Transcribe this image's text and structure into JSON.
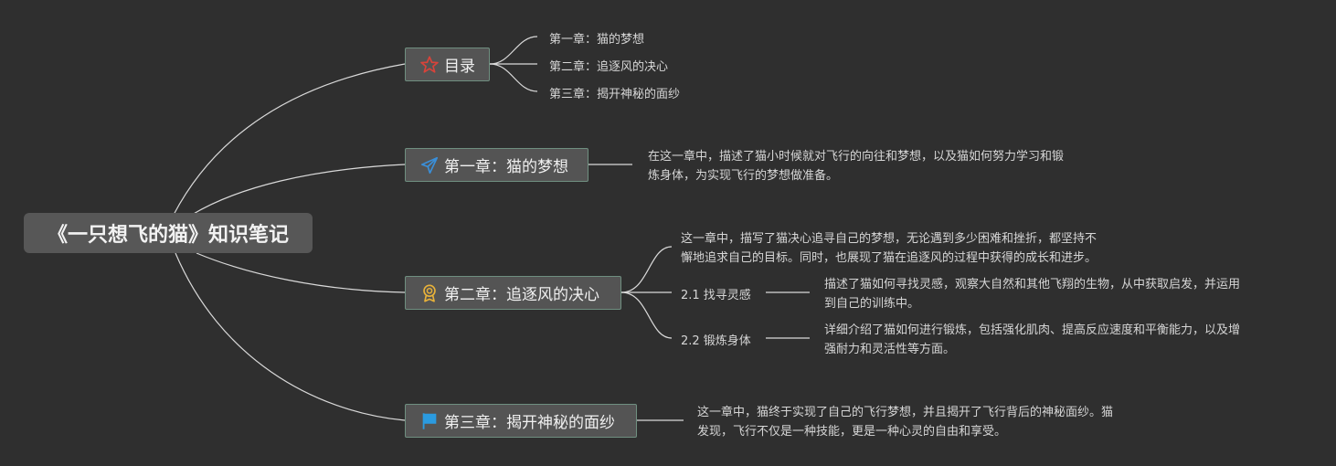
{
  "root": {
    "title": "《一只想飞的猫》知识笔记"
  },
  "branches": [
    {
      "label": "目录",
      "icon": "star-icon",
      "children": [
        "第一章：猫的梦想",
        "第二章：追逐风的决心",
        "第三章：揭开神秘的面纱"
      ]
    },
    {
      "label": "第一章：猫的梦想",
      "icon": "paper-plane-icon",
      "description_lines": [
        "在这一章中，描述了猫小时候就对飞行的向往和梦想，以及猫如何努力学习和锻",
        "炼身体，为实现飞行的梦想做准备。"
      ]
    },
    {
      "label": "第二章：追逐风的决心",
      "icon": "award-medal-icon",
      "description_lines": [
        "这一章中，描写了猫决心追寻自己的梦想，无论遇到多少困难和挫折，都坚持不",
        "懈地追求自己的目标。同时，也展现了猫在追逐风的过程中获得的成长和进步。"
      ],
      "subtopics": [
        {
          "label": "2.1 找寻灵感",
          "description_lines": [
            "描述了猫如何寻找灵感，观察大自然和其他飞翔的生物，从中获取启发，并运用",
            "到自己的训练中。"
          ]
        },
        {
          "label": "2.2 锻炼身体",
          "description_lines": [
            "详细介绍了猫如何进行锻炼，包括强化肌肉、提高反应速度和平衡能力，以及增",
            "强耐力和灵活性等方面。"
          ]
        }
      ]
    },
    {
      "label": "第三章：揭开神秘的面纱",
      "icon": "flag-icon",
      "description_lines": [
        "这一章中，猫终于实现了自己的飞行梦想，并且揭开了飞行背后的神秘面纱。猫",
        "发现，飞行不仅是一种技能，更是一种心灵的自由和享受。"
      ]
    }
  ],
  "colors": {
    "background": "#2f2f2f",
    "node_fill": "#545454",
    "node_border": "#6f8f80",
    "connector": "#d9d9d9",
    "star_icon": "#d9433a",
    "plane_icon": "#3a8fd9",
    "medal_icon": "#e8b23a",
    "flag_icon": "#2b9be0"
  }
}
